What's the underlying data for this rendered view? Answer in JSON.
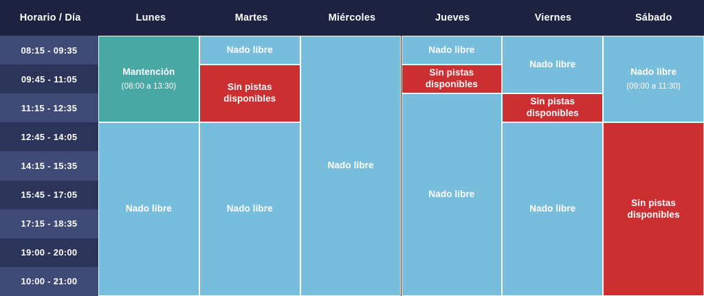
{
  "header": {
    "columns": [
      {
        "label": "Horario / Día",
        "name": "col-horario"
      },
      {
        "label": "Lunes",
        "name": "col-lunes"
      },
      {
        "label": "Martes",
        "name": "col-martes"
      },
      {
        "label": "Miércoles",
        "name": "col-miercoles"
      },
      {
        "label": "Jueves",
        "name": "col-jueves"
      },
      {
        "label": "Viernes",
        "name": "col-viernes"
      },
      {
        "label": "Sábado",
        "name": "col-sabado"
      }
    ]
  },
  "time_slots": [
    "08:15 - 09:35",
    "09:45 - 11:05",
    "11:15 - 12:35",
    "12:45 - 14:05",
    "14:15 - 15:35",
    "15:45 - 17:05",
    "17:15 - 18:35",
    "19:00 - 20:00",
    "10:00 - 21:00"
  ],
  "colors": {
    "header_bg": "#1d2240",
    "row_odd": "#3f4a77",
    "row_even": "#2d3459",
    "free": "#79bddc",
    "maintenance": "#4aa8a4",
    "closed": "#cc2f31",
    "text": "#ffffff"
  },
  "legend_terms": {
    "free": "Nado libre",
    "maintenance": "Mantención",
    "closed": "Sin pistas disponibles"
  },
  "blocks": [
    {
      "day": 0,
      "day_name": "lunes",
      "start": 0,
      "span": 3,
      "kind": "maint",
      "label": "Mantención",
      "sub": "(08:00 a 13:30)"
    },
    {
      "day": 0,
      "day_name": "lunes",
      "start": 3,
      "span": 6,
      "kind": "free",
      "label": "Nado libre",
      "sub": ""
    },
    {
      "day": 1,
      "day_name": "martes",
      "start": 0,
      "span": 1,
      "kind": "free",
      "label": "Nado libre",
      "sub": ""
    },
    {
      "day": 1,
      "day_name": "martes",
      "start": 1,
      "span": 2,
      "kind": "closed",
      "label": "Sin pistas disponibles",
      "sub": ""
    },
    {
      "day": 1,
      "day_name": "martes",
      "start": 3,
      "span": 6,
      "kind": "free",
      "label": "Nado libre",
      "sub": ""
    },
    {
      "day": 2,
      "day_name": "miercoles",
      "start": 0,
      "span": 9,
      "kind": "free",
      "label": "Nado libre",
      "sub": ""
    },
    {
      "day": 3,
      "day_name": "jueves",
      "start": 0,
      "span": 1,
      "kind": "free",
      "label": "Nado libre",
      "sub": ""
    },
    {
      "day": 3,
      "day_name": "jueves",
      "start": 1,
      "span": 1,
      "kind": "closed",
      "label": "Sin pistas disponibles",
      "sub": ""
    },
    {
      "day": 3,
      "day_name": "jueves",
      "start": 2,
      "span": 7,
      "kind": "free",
      "label": "Nado libre",
      "sub": ""
    },
    {
      "day": 4,
      "day_name": "viernes",
      "start": 0,
      "span": 2,
      "kind": "free",
      "label": "Nado libre",
      "sub": ""
    },
    {
      "day": 4,
      "day_name": "viernes",
      "start": 2,
      "span": 1,
      "kind": "closed",
      "label": "Sin pistas disponibles",
      "sub": ""
    },
    {
      "day": 4,
      "day_name": "viernes",
      "start": 3,
      "span": 6,
      "kind": "free",
      "label": "Nado libre",
      "sub": ""
    },
    {
      "day": 5,
      "day_name": "sabado",
      "start": 0,
      "span": 3,
      "kind": "free",
      "label": "Nado libre",
      "sub": "(09:00 a 11:30)"
    },
    {
      "day": 5,
      "day_name": "sabado",
      "start": 3,
      "span": 6,
      "kind": "closed",
      "label": "Sin pistas disponibles",
      "sub": ""
    }
  ]
}
